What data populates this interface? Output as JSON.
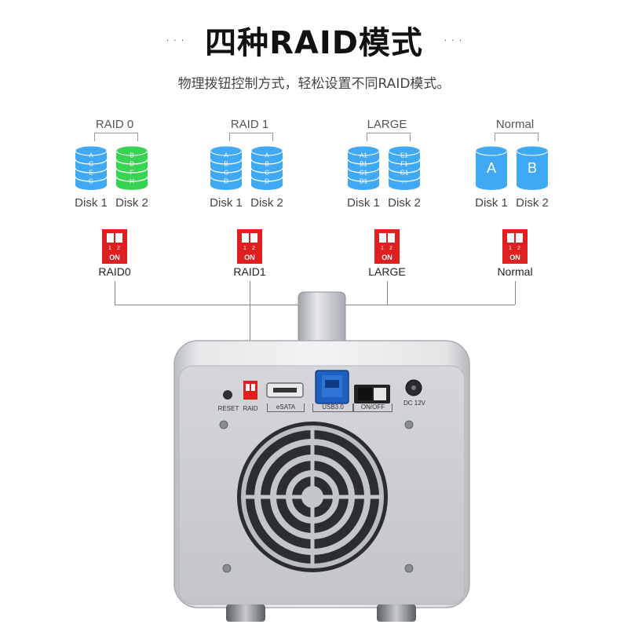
{
  "header": {
    "title": "四种RAID模式",
    "subtitle": "物理拨钮控制方式，轻松设置不同RAID模式。"
  },
  "modes": [
    {
      "name": "RAID 0",
      "footer": "RAID0",
      "disk1": {
        "label": "Disk 1",
        "color": "#3fa9f5",
        "slots": [
          "A",
          "C",
          "E",
          "G"
        ]
      },
      "disk2": {
        "label": "Disk 2",
        "color": "#39d353",
        "slots": [
          "B",
          "D",
          "F",
          "H"
        ]
      }
    },
    {
      "name": "RAID 1",
      "footer": "RAID1",
      "disk1": {
        "label": "Disk 1",
        "color": "#3fa9f5",
        "slots": [
          "A",
          "B",
          "C",
          "D"
        ]
      },
      "disk2": {
        "label": "Disk 2",
        "color": "#3fa9f5",
        "slots": [
          "A",
          "B",
          "C",
          "D"
        ]
      }
    },
    {
      "name": "LARGE",
      "footer": "LARGE",
      "disk1": {
        "label": "Disk 1",
        "color": "#3fa9f5",
        "slots": [
          "A1",
          "B1",
          "C1",
          "D1"
        ]
      },
      "disk2": {
        "label": "Disk 2",
        "color": "#3fa9f5",
        "slots": [
          "E1",
          "F1",
          "G1",
          "..."
        ]
      }
    },
    {
      "name": "Normal",
      "footer": "Normal",
      "disk1": {
        "label": "Disk 1",
        "color": "#3fa9f5",
        "slots": [
          "A"
        ]
      },
      "disk2": {
        "label": "Disk 2",
        "color": "#3fa9f5",
        "slots": [
          "B"
        ]
      }
    }
  ],
  "dip_switch": {
    "num1": "1",
    "num2": "2",
    "on_label": "ON",
    "color": "#e02020"
  },
  "device_panel": {
    "reset_label": "RESET",
    "raid_label": "RAID",
    "esata_label": "eSATA",
    "usb_label": "USB3.0",
    "power_label": "ON/OFF",
    "dc_label": "DC 12V",
    "body_color": "#c9cbcf",
    "usb_color": "#1f5fbf"
  }
}
